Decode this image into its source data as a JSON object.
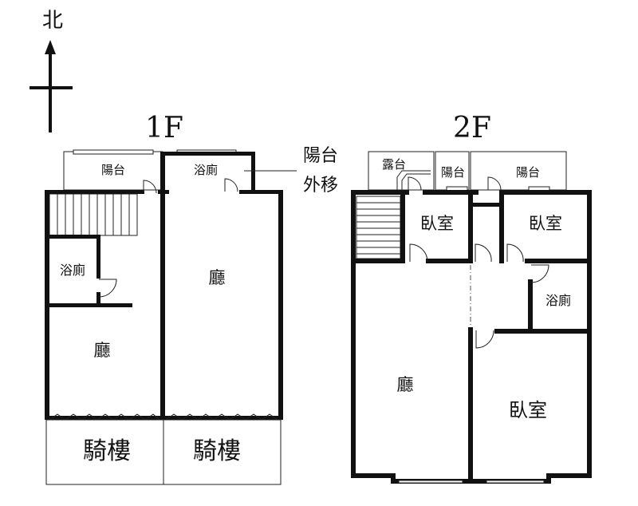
{
  "compass": {
    "north_label": "北"
  },
  "floor1": {
    "title": "1F",
    "balcony": "陽台",
    "bath_top": "浴廁",
    "note_line1": "陽台",
    "note_line2": "外移",
    "bath_left": "浴廁",
    "hall_left": "廳",
    "hall_right": "廳",
    "arcade_left": "騎樓",
    "arcade_right": "騎樓"
  },
  "floor2": {
    "title": "2F",
    "terrace": "露台",
    "balcony_small": "陽台",
    "balcony_right": "陽台",
    "bedroom_a": "臥室",
    "bedroom_b": "臥室",
    "bath": "浴廁",
    "hall": "廳",
    "bedroom_c": "臥室"
  }
}
